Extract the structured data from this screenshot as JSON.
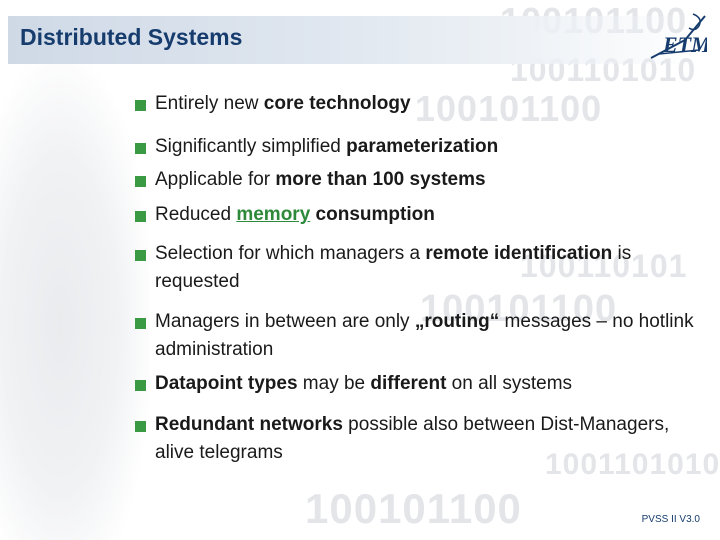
{
  "slide": {
    "title": "Distributed Systems",
    "footer": "PVSS II V3.0"
  },
  "background_digits": [
    "100101100",
    "1001101010",
    "100101100",
    "100110101",
    "100101100",
    "1001101010",
    "100101100"
  ],
  "bullets": [
    {
      "parts": [
        {
          "t": "Entirely new ",
          "s": ""
        },
        {
          "t": "core technology",
          "s": "b"
        }
      ]
    },
    {
      "parts": [
        {
          "t": "Significantly simplified ",
          "s": ""
        },
        {
          "t": "parameterization",
          "s": "b"
        }
      ]
    },
    {
      "parts": [
        {
          "t": "Applicable for ",
          "s": ""
        },
        {
          "t": "more than 100 systems",
          "s": "b"
        }
      ]
    },
    {
      "parts": [
        {
          "t": "Reduced ",
          "s": ""
        },
        {
          "t": "memory",
          "s": "u"
        },
        {
          "t": " ",
          "s": ""
        },
        {
          "t": "consumption",
          "s": "b"
        }
      ]
    },
    {
      "parts": [
        {
          "t": "Selection for which managers a ",
          "s": ""
        },
        {
          "t": "remote identification",
          "s": "b"
        },
        {
          "t": " is requested",
          "s": ""
        }
      ]
    },
    {
      "parts": [
        {
          "t": "Managers in between are only ",
          "s": ""
        },
        {
          "t": "„routing“",
          "s": "b"
        },
        {
          "t": " messages – no hotlink administration",
          "s": ""
        }
      ]
    },
    {
      "parts": [
        {
          "t": "Datapoint types",
          "s": "b"
        },
        {
          "t": " may be ",
          "s": ""
        },
        {
          "t": "different",
          "s": "b"
        },
        {
          "t": " on all systems",
          "s": ""
        }
      ]
    },
    {
      "parts": [
        {
          "t": "Redundant networks",
          "s": "b"
        },
        {
          "t": " possible also between Dist-Managers, alive telegrams",
          "s": ""
        }
      ]
    }
  ],
  "colors": {
    "title": "#163c6e",
    "bullet_marker": "#3a9a44",
    "link_underlined": "#2e8a3a",
    "title_bar": "#cfd9e6"
  },
  "icons": [
    "logo-etm-icon",
    "bullet-square-icon"
  ]
}
